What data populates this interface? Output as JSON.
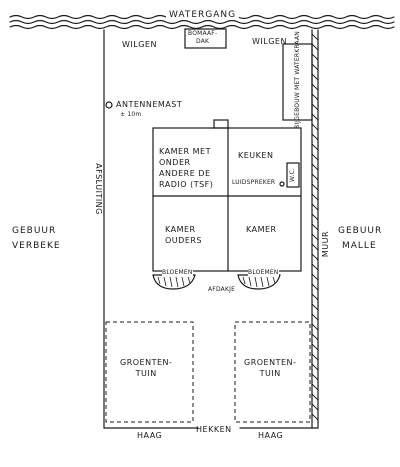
{
  "water": "WATERGANG",
  "willows_left": "WILGEN",
  "willows_right": "WILGEN",
  "bunker_line1": "BOMAAF-",
  "bunker_line2": "DAK",
  "outbuilding": "BIJGEBOUW MET WATERKRAAN",
  "antenna_label": "ANTENNEMAST",
  "antenna_height": "± 10m",
  "fence": "AFSLUITING",
  "wall": "MUUR",
  "room_radio": "KAMER MET\nONDER\nANDERE DE\nRADIO (TSF)",
  "room_kitchen": "KEUKEN",
  "speaker": "LUIDSPREKER",
  "sink": "W.C.",
  "room_parents": "KAMER\nOUDERS",
  "room_other": "KAMER",
  "flowers_left": "BLOEMEN",
  "flowers_right": "BLOEMEN",
  "terrace": "AFDAKJE",
  "neighbour_left_line1": "GEBUUR",
  "neighbour_left_line2": "VERBEKE",
  "neighbour_right_line1": "GEBUUR",
  "neighbour_right_line2": "MALLE",
  "garden_left": "GROENTEN-\nTUIN",
  "garden_right": "GROENTEN-\nTUIN",
  "hedge_left": "HAAG",
  "gate": "HEKKEN",
  "hedge_right": "HAAG"
}
